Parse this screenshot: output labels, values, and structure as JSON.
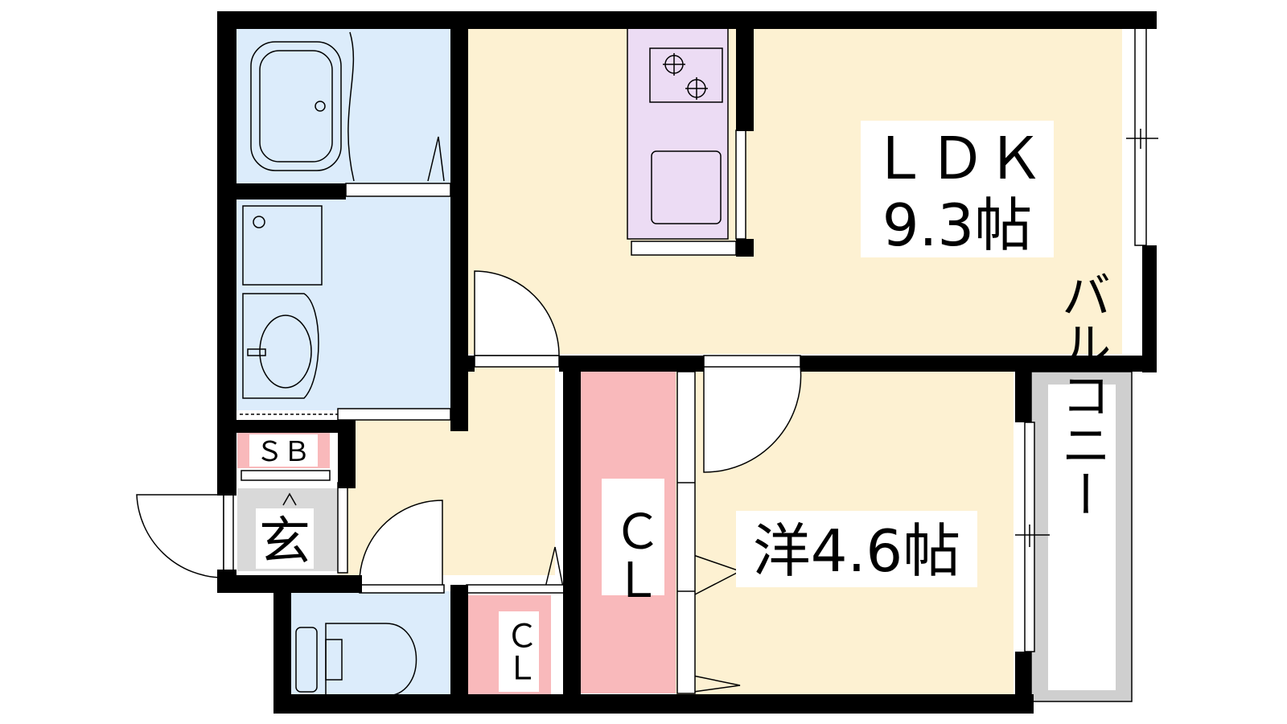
{
  "floorplan": {
    "rooms": {
      "ldk_name": "ＬＤＫ",
      "ldk_size": "9.3帖",
      "western_room": "洋4.6帖",
      "closet_large": "ＣＬ",
      "closet_small": "ＣＬ",
      "shoe_box": "ＳＢ",
      "entrance": "玄",
      "balcony": "バルコニー"
    },
    "colors": {
      "living_floor": "#fdf1d2",
      "wet_area": "#dcecfb",
      "kitchen": "#ecdcf4",
      "closet": "#f9b9bb",
      "entrance_floor": "#d9d9d9",
      "balcony_floor": "#cfcfcf",
      "wall": "#000000"
    }
  }
}
